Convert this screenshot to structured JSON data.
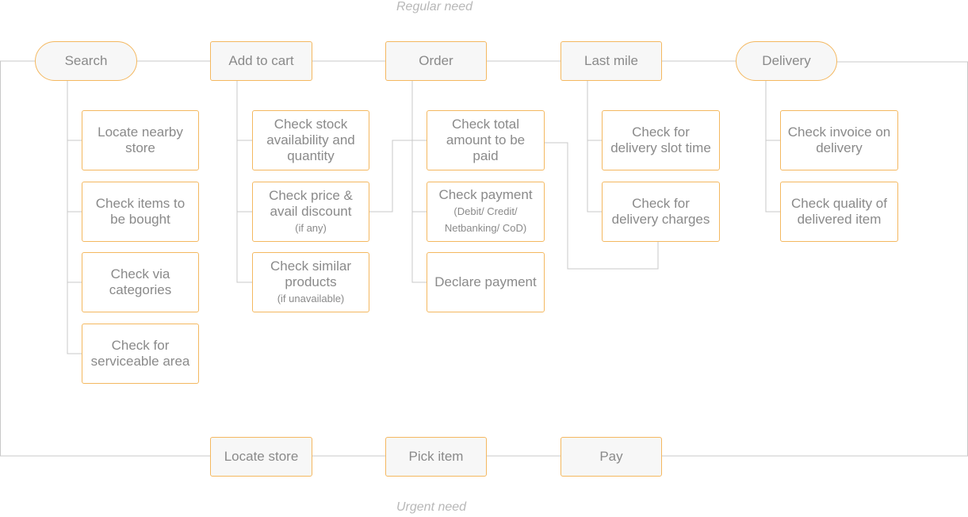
{
  "regular_label": "Regular need",
  "urgent_label": "Urgent need",
  "stages": [
    {
      "label": "Search"
    },
    {
      "label": "Add to cart"
    },
    {
      "label": "Order"
    },
    {
      "label": "Last mile"
    },
    {
      "label": "Delivery"
    }
  ],
  "search_items": [
    {
      "main": "Locate nearby store"
    },
    {
      "main": "Check items to be bought"
    },
    {
      "main": "Check via categories"
    },
    {
      "main": "Check for serviceable area"
    }
  ],
  "cart_items": [
    {
      "main": "Check stock availability and quantity",
      "sub": ""
    },
    {
      "main": "Check price & avail discount",
      "sub": "(if any)"
    },
    {
      "main": "Check similar products",
      "sub": "(if unavailable)"
    }
  ],
  "order_items": [
    {
      "main": "Check total amount to be paid",
      "sub": ""
    },
    {
      "main": "Check payment",
      "sub": "(Debit/ Credit/ Netbanking/ CoD)"
    },
    {
      "main": "Declare payment",
      "sub": ""
    }
  ],
  "lastmile_items": [
    {
      "main": "Check for delivery slot time"
    },
    {
      "main": "Check for delivery charges"
    }
  ],
  "delivery_items": [
    {
      "main": "Check invoice on delivery"
    },
    {
      "main": "Check quality of delivered item"
    }
  ],
  "urgent_stages": [
    {
      "label": "Locate store"
    },
    {
      "label": "Pick item"
    },
    {
      "label": "Pay"
    }
  ],
  "colors": {
    "border": "#f4b860",
    "line": "#c8c8c8",
    "text": "#8a8a8a"
  }
}
